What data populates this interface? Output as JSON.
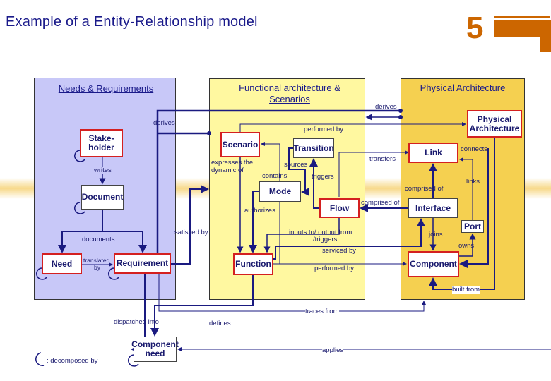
{
  "title": "Example of a Entity-Relationship model",
  "slide_number": "5",
  "colors": {
    "needs_panel": "#c8c8f8",
    "functional_panel": "#fff8a0",
    "physical_panel": "#f5d050",
    "line": "#1a1a80",
    "entity_border": "#d42020",
    "logo": "#cc6600"
  },
  "panels": {
    "needs": "Needs & Requirements",
    "functional": "Functional architecture & Scenarios",
    "physical": "Physical Architecture"
  },
  "entities": {
    "stakeholder": "Stake-holder",
    "document": "Document",
    "need": "Need",
    "requirement": "Requirement",
    "scenario": "Scenario",
    "transition": "Transition",
    "mode": "Mode",
    "flow": "Flow",
    "function": "Function",
    "physical_architecture": "Physical Architecture",
    "link": "Link",
    "interface": "Interface",
    "port": "Port",
    "component": "Component",
    "component_need": "Component need"
  },
  "relations": {
    "derives_left": "derives",
    "derives_right": "derives",
    "performed_by_top": "performed by",
    "expresses1": "expresses the",
    "expresses2": "dynamic of",
    "sources": "sources",
    "contains": "contains",
    "triggers": "triggers",
    "writes": "writes",
    "authorizes": "authorizes",
    "documents": "documents",
    "translated1": "translated",
    "translated2": "by",
    "satisfied_by": "satisfied by",
    "inputs1": "inputs to/ output from",
    "inputs2": "/triggers",
    "serviced_by": "serviced by",
    "performed_by_bottom": "performed by",
    "transfers": "transfers",
    "connects": "connects",
    "links": "links",
    "comprised_of_link": "comprised of",
    "comprised_of_flow": "comprised of",
    "joins": "joins",
    "owns": "owns",
    "built_from": "built from",
    "traces_from": "traces from",
    "dispatched_into": "dispatched into",
    "defines": "defines",
    "applies": "applies"
  },
  "legend": {
    "decomposed_by": ": decomposed by"
  }
}
